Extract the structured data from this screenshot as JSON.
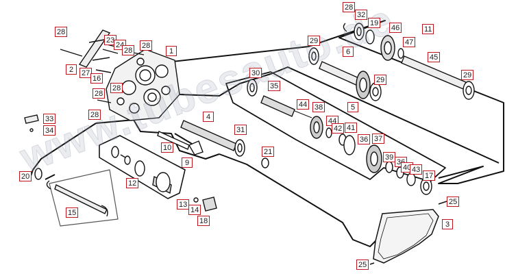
{
  "watermark": "www.tubesauto.de",
  "labels": [
    {
      "id": "l28a",
      "text": "28"
    },
    {
      "id": "l32",
      "text": "32"
    },
    {
      "id": "l19",
      "text": "19"
    },
    {
      "id": "l46",
      "text": "46"
    },
    {
      "id": "l11",
      "text": "11"
    },
    {
      "id": "l47",
      "text": "47"
    },
    {
      "id": "l45",
      "text": "45"
    },
    {
      "id": "l29a",
      "text": "29"
    },
    {
      "id": "l6",
      "text": "6"
    },
    {
      "id": "l29b",
      "text": "29"
    },
    {
      "id": "l29c",
      "text": "29"
    },
    {
      "id": "l28b",
      "text": "28"
    },
    {
      "id": "l23",
      "text": "23"
    },
    {
      "id": "l24",
      "text": "24"
    },
    {
      "id": "l28c",
      "text": "28"
    },
    {
      "id": "l28d",
      "text": "28"
    },
    {
      "id": "l1",
      "text": "1"
    },
    {
      "id": "l2",
      "text": "2"
    },
    {
      "id": "l27",
      "text": "27"
    },
    {
      "id": "l16",
      "text": "16"
    },
    {
      "id": "l30",
      "text": "30"
    },
    {
      "id": "l35",
      "text": "35"
    },
    {
      "id": "l28e",
      "text": "28"
    },
    {
      "id": "l28f",
      "text": "28"
    },
    {
      "id": "l28g",
      "text": "28"
    },
    {
      "id": "l5",
      "text": "5"
    },
    {
      "id": "l44a",
      "text": "44"
    },
    {
      "id": "l38",
      "text": "38"
    },
    {
      "id": "l33",
      "text": "33"
    },
    {
      "id": "l34",
      "text": "34"
    },
    {
      "id": "l4",
      "text": "4"
    },
    {
      "id": "l44b",
      "text": "44"
    },
    {
      "id": "l42",
      "text": "42"
    },
    {
      "id": "l41",
      "text": "41"
    },
    {
      "id": "l31",
      "text": "31"
    },
    {
      "id": "l36a",
      "text": "36"
    },
    {
      "id": "l37",
      "text": "37"
    },
    {
      "id": "l10",
      "text": "10"
    },
    {
      "id": "l21",
      "text": "21"
    },
    {
      "id": "l39",
      "text": "39"
    },
    {
      "id": "l36b",
      "text": "36"
    },
    {
      "id": "l9",
      "text": "9"
    },
    {
      "id": "l40",
      "text": "40"
    },
    {
      "id": "l43",
      "text": "43"
    },
    {
      "id": "l20",
      "text": "20"
    },
    {
      "id": "l12",
      "text": "12"
    },
    {
      "id": "l17",
      "text": "17"
    },
    {
      "id": "l25a",
      "text": "25"
    },
    {
      "id": "l13",
      "text": "13"
    },
    {
      "id": "l14",
      "text": "14"
    },
    {
      "id": "l15",
      "text": "15"
    },
    {
      "id": "l18",
      "text": "18"
    },
    {
      "id": "l3",
      "text": "3"
    },
    {
      "id": "l25b",
      "text": "25"
    }
  ]
}
